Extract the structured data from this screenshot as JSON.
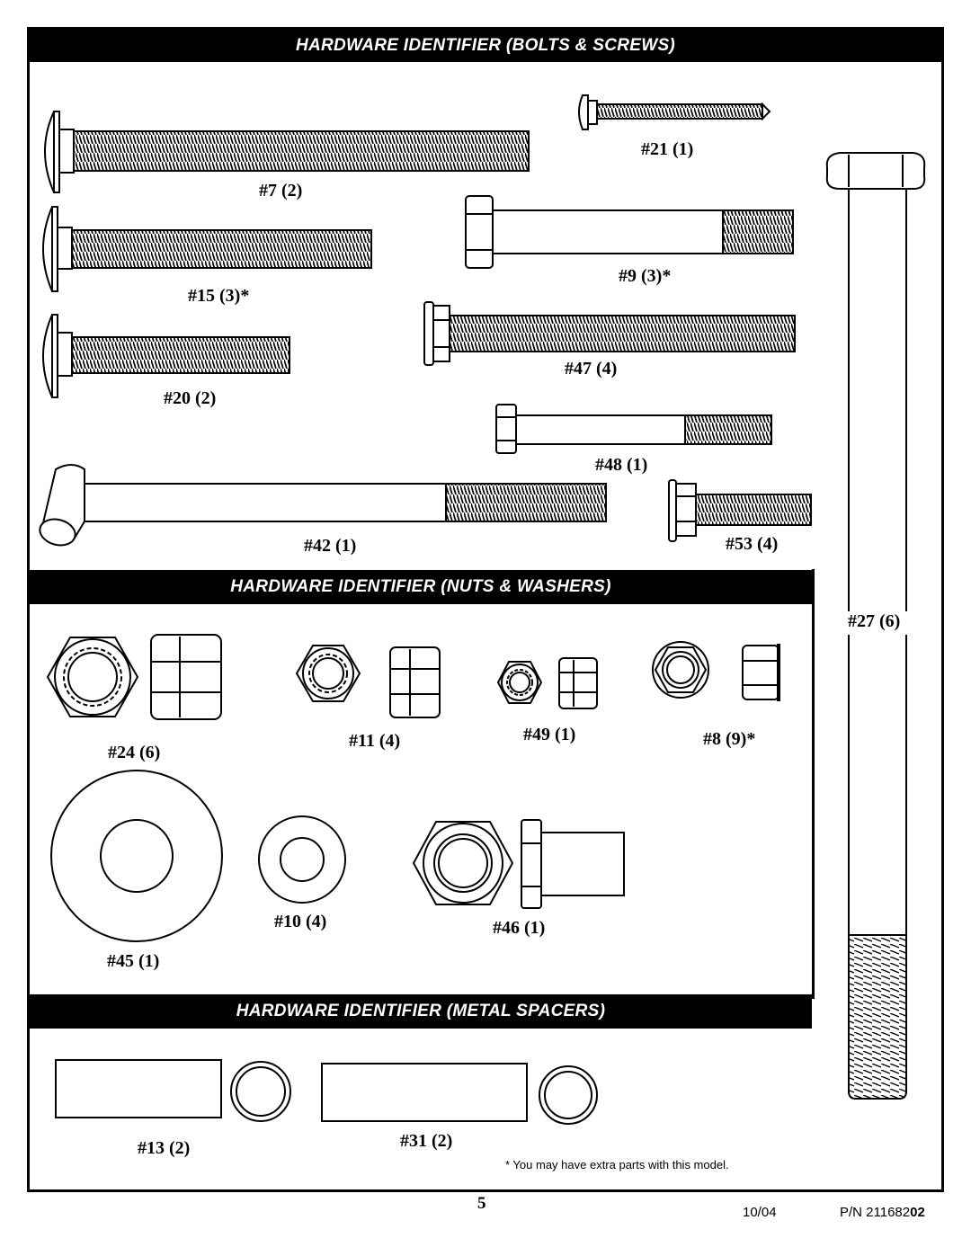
{
  "sections": {
    "bolts_title": "HARDWARE IDENTIFIER (BOLTS & SCREWS)",
    "nuts_title": "HARDWARE IDENTIFIER (NUTS & WASHERS)",
    "spacers_title": "HARDWARE IDENTIFIER (METAL SPACERS)"
  },
  "parts": {
    "p7": "#7 (2)",
    "p15": "#15 (3)*",
    "p20": "#20 (2)",
    "p21": "#21 (1)",
    "p9": "#9 (3)*",
    "p47": "#47 (4)",
    "p48": "#48 (1)",
    "p42": "#42 (1)",
    "p53": "#53 (4)",
    "p27": "#27 (6)",
    "p24": "#24 (6)",
    "p11": "#11 (4)",
    "p49": "#49 (1)",
    "p8": "#8 (9)*",
    "p10": "#10 (4)",
    "p46": "#46 (1)",
    "p45": "#45 (1)",
    "p13": "#13 (2)",
    "p31": "#31 (2)"
  },
  "footnote": "* You may have extra parts with this model.",
  "footer": {
    "page": "5",
    "date": "10/04",
    "pn_prefix": "P/N 211682",
    "pn_suffix": "02"
  },
  "colors": {
    "ink": "#000000",
    "paper": "#ffffff"
  }
}
